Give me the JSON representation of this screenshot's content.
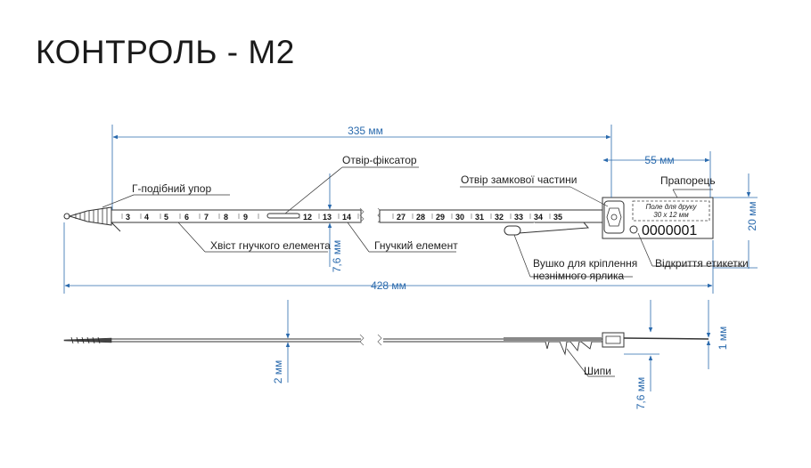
{
  "title": "КОНТРОЛЬ - М2",
  "dimensions": {
    "total_top": "335 мм",
    "flag_width": "55 мм",
    "total_overall": "428 мм",
    "flag_height": "20 мм",
    "strap_width": "7,6 мм",
    "side_thickness": "2 мм",
    "side_thickness_right": "1 мм",
    "side_spike": "7,6 мм"
  },
  "labels": {
    "g_stop": "Г-подібний упор",
    "fixator_hole": "Отвір-фіксатор",
    "lock_hole": "Отвір замкової частини",
    "flag": "Прапорець",
    "tail": "Хвіст гнучкого елемента",
    "flexible": "Гнучкий елемент",
    "eyelet_line1": "Вушко для кріплення",
    "eyelet_line2": "незнімного ярлика",
    "label_opening": "Відкриття етикетки",
    "spikes": "Шипи"
  },
  "print_field": {
    "line1": "Поле для друку",
    "line2": "30 х 12 мм"
  },
  "serial": "0000001",
  "scale_left": [
    "3",
    "4",
    "5",
    "6",
    "7",
    "8",
    "9",
    "",
    "",
    "12",
    "13",
    "14"
  ],
  "scale_right": [
    "27",
    "28",
    "29",
    "30",
    "31",
    "32",
    "33",
    "34",
    "35"
  ],
  "colors": {
    "dimension": "#2a6aad",
    "line": "#333333"
  }
}
